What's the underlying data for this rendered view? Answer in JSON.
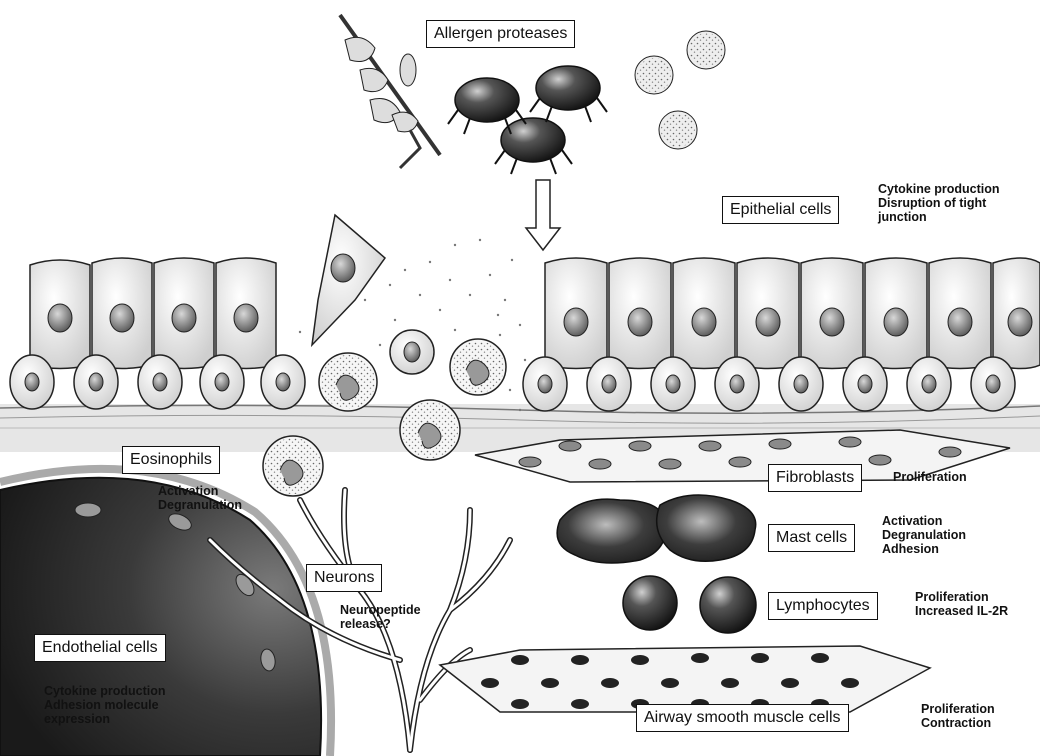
{
  "title": "Allergen proteases",
  "labels": {
    "epithelial": {
      "name": "Epithelial cells",
      "notes": [
        "Cytokine production",
        "Disruption of tight",
        "junction"
      ]
    },
    "eosinophils": {
      "name": "Eosinophils",
      "notes": [
        "Activation",
        "Degranulation"
      ]
    },
    "fibroblasts": {
      "name": "Fibroblasts",
      "notes": [
        "Proliferation"
      ]
    },
    "mast": {
      "name": "Mast cells",
      "notes": [
        "Activation",
        "Degranulation",
        "Adhesion"
      ]
    },
    "neurons": {
      "name": "Neurons",
      "notes": [
        "Neuropeptide",
        "release?"
      ]
    },
    "lymphocytes": {
      "name": "Lymphocytes",
      "notes": [
        "Proliferation",
        "Increased IL-2R"
      ]
    },
    "endothelial": {
      "name": "Endothelial cells",
      "notes": [
        "Cytokine production",
        "Adhesion molecule",
        "expression"
      ]
    },
    "smooth_muscle": {
      "name": "Airway smooth muscle cells",
      "notes": [
        "Proliferation",
        "Contraction"
      ]
    }
  },
  "colors": {
    "ink": "#111111",
    "cell_fill": "#f2f2f2",
    "nucleus": "#8c8c8c",
    "lumen": "#e9e9e9",
    "vessel": "#3a3a3a"
  }
}
